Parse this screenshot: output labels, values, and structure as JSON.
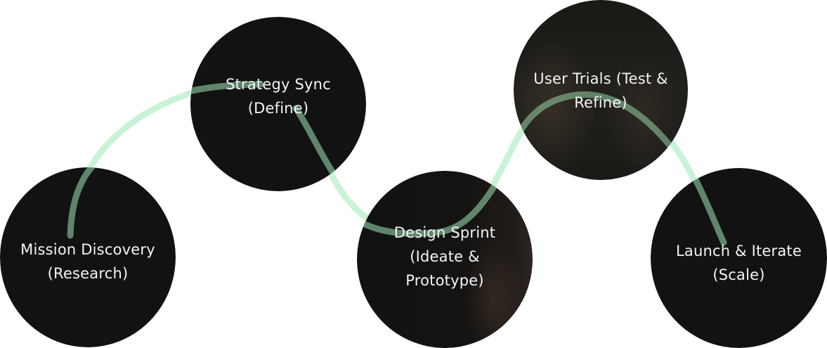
{
  "colors": {
    "background": "#ffffff",
    "node_fill": "#121212",
    "node_text": "#f4f4f4",
    "connector": "#c9f3d6",
    "connector_inside": "#9fe3b4"
  },
  "nodes": [
    {
      "id": "mission",
      "lines": [
        "Mission Discovery",
        "(Research)"
      ]
    },
    {
      "id": "strategy",
      "lines": [
        "Strategy Sync",
        "(Define)"
      ]
    },
    {
      "id": "design",
      "lines": [
        "Design Sprint",
        "(Ideate &",
        "Prototype)"
      ]
    },
    {
      "id": "trials",
      "lines": [
        "User Trials (Test &",
        "Refine)"
      ]
    },
    {
      "id": "launch",
      "lines": [
        "Launch & Iterate",
        "(Scale)"
      ]
    }
  ]
}
